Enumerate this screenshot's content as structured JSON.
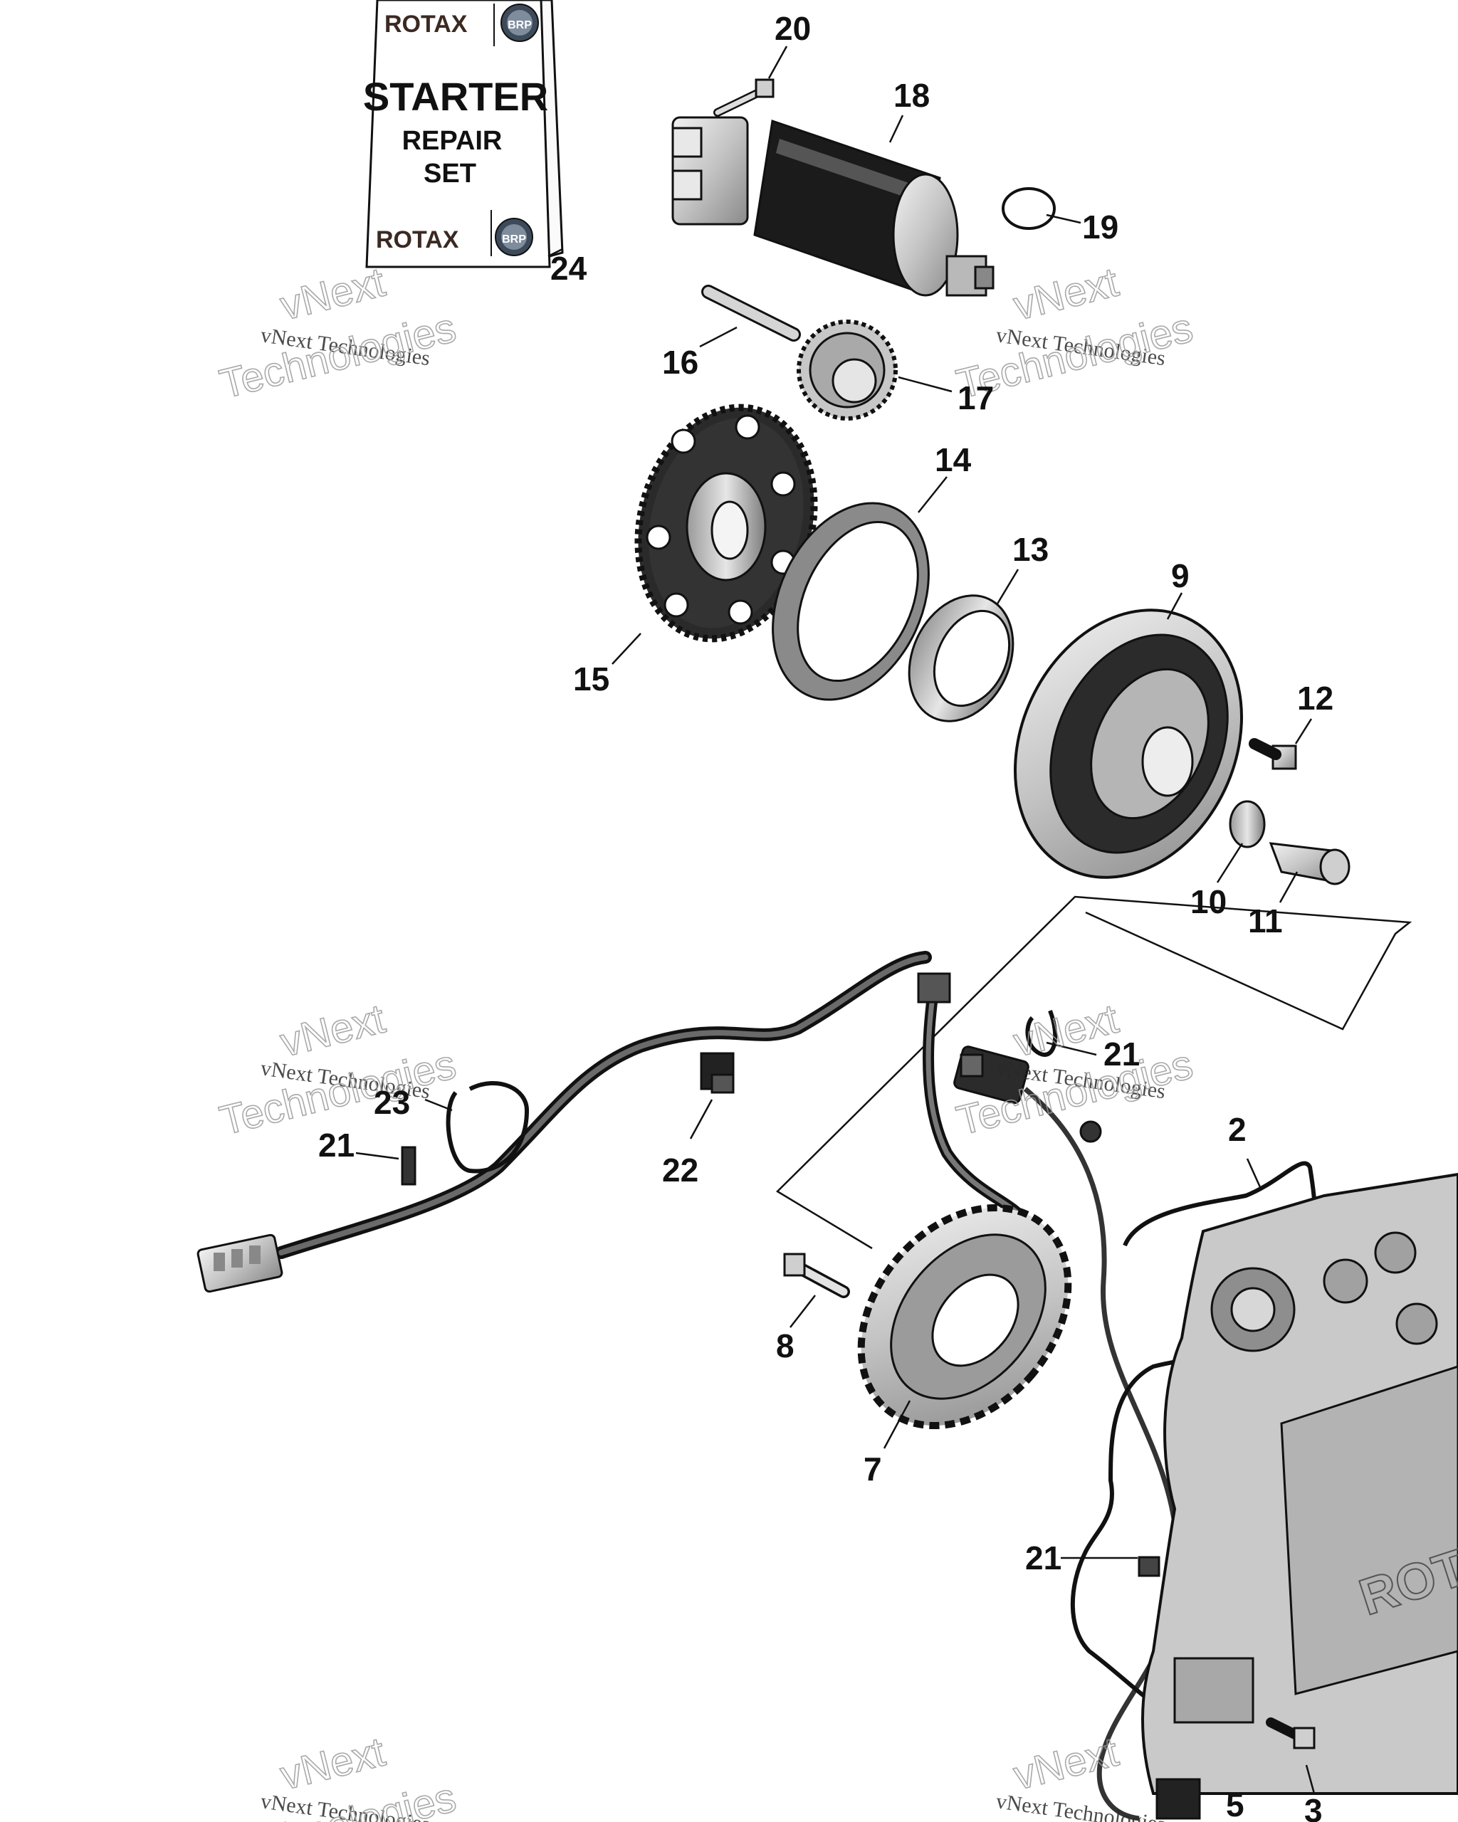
{
  "kit": {
    "brand_top": "ROTAX",
    "brand_bottom": "ROTAX",
    "badge": "BRP",
    "line1": "STARTER",
    "line2": "REPAIR",
    "line3": "SET"
  },
  "callouts": [
    "20",
    "18",
    "19",
    "24",
    "16",
    "17",
    "14",
    "13",
    "9",
    "15",
    "12",
    "10",
    "11",
    "21",
    "23",
    "21",
    "22",
    "2",
    "8",
    "7",
    "21",
    "3",
    "5"
  ],
  "watermark": {
    "line1": "vNext Technologies",
    "line2": "vNext",
    "line3": "Technologies"
  },
  "engine_logo": "ROTAX",
  "colors": {
    "ink": "#111111",
    "metal": "#c9c9c9",
    "dark": "#1a1a1a"
  }
}
